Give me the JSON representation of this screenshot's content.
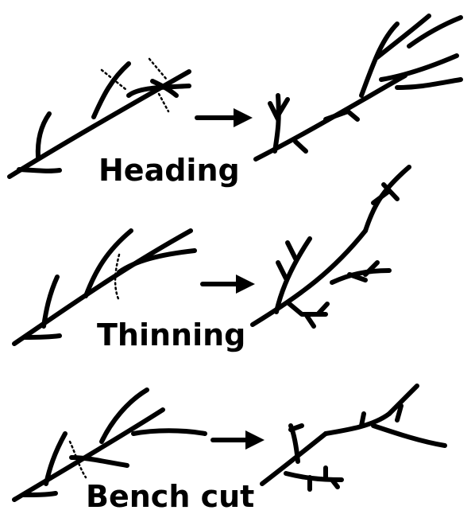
{
  "labels": {
    "heading": "Heading",
    "thinning": "Thinning",
    "bench_cut": "Bench cut"
  },
  "icons": [
    "before-branch-icon",
    "arrow-right-icon",
    "after-branch-icon",
    "cut-line-icon"
  ],
  "colors": {
    "ink": "#000000",
    "background": "#ffffff"
  }
}
